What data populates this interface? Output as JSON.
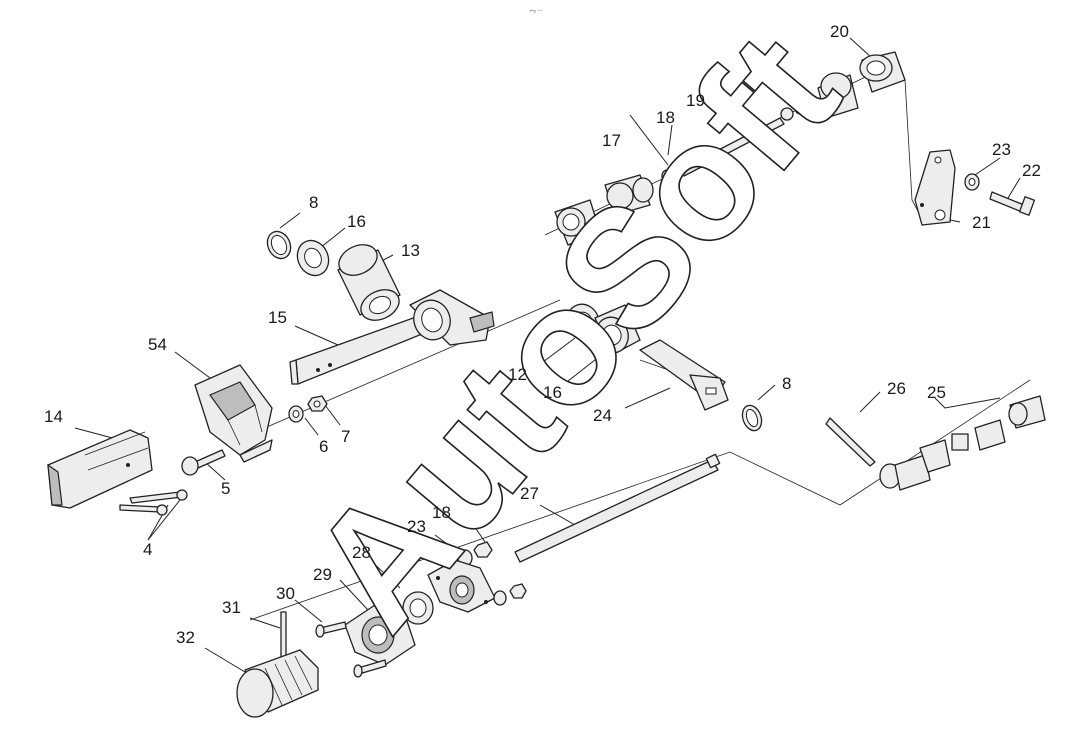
{
  "watermark": "AutoSoft",
  "top_mark": "⌐ₒ ∙∙∙",
  "labels": {
    "l4": "4",
    "l5": "5",
    "l6": "6",
    "l7": "7",
    "l8a": "8",
    "l8b": "8",
    "l12": "12",
    "l13": "13",
    "l14": "14",
    "l15": "15",
    "l16a": "16",
    "l16b": "16",
    "l17": "17",
    "l18a": "18",
    "l18b": "18",
    "l19": "19",
    "l20": "20",
    "l21": "21",
    "l22": "22",
    "l23a": "23",
    "l23b": "23",
    "l24": "24",
    "l25": "25",
    "l26": "26",
    "l27": "27",
    "l28": "28",
    "l29": "29",
    "l30": "30",
    "l31": "31",
    "l32": "32",
    "l54": "54"
  }
}
